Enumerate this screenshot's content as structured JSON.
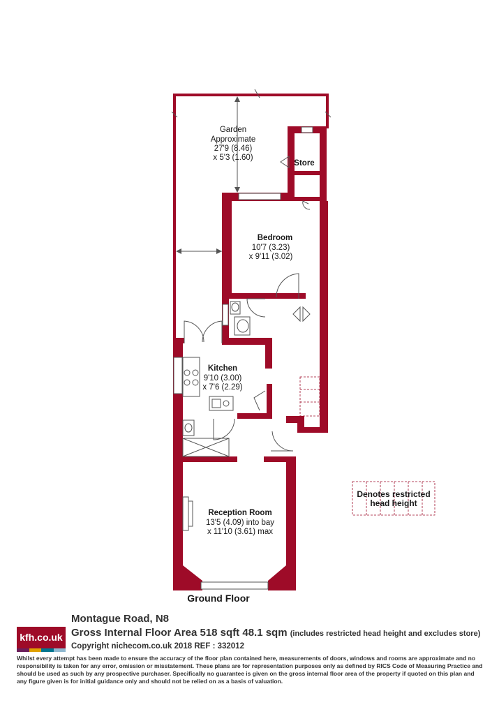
{
  "colors": {
    "wall": "#9e0b28",
    "line": "#555555"
  },
  "rooms": {
    "garden": {
      "name": "Garden",
      "line1": "Approximate",
      "line2": "27'9 (8.46)",
      "line3": "x 5'3 (1.60)"
    },
    "store": {
      "name": "Store"
    },
    "bedroom": {
      "name": "Bedroom",
      "line1": "10'7 (3.23)",
      "line2": "x 9'11 (3.02)"
    },
    "kitchen": {
      "name": "Kitchen",
      "line1": "9'10 (3.00)",
      "line2": "x 7'6 (2.29)"
    },
    "reception": {
      "name": "Reception Room",
      "line1": "13'5 (4.09) into bay",
      "line2": "x 11'10 (3.61) max"
    }
  },
  "floor_label": "Ground Floor",
  "note": {
    "line1": "Denotes restricted",
    "line2": "head height"
  },
  "footer": {
    "logo": "kfh.co.uk",
    "logo_colors": [
      "#6b1e5a",
      "#e0a100",
      "#00758f",
      "#8fb8d0"
    ],
    "address": "Montague Road, N8",
    "area": "Gross Internal Floor Area 518 sqft 48.1 sqm",
    "area_note": "(includes restricted head height and excludes store)",
    "copyright": "Copyright nichecom.co.uk 2018 REF : 332012",
    "disclaimer": "Whilst every attempt has been made to ensure the accuracy of the floor plan contained here, measurements of doors, windows and rooms are approximate and no responsibility is taken for any error, omission or misstatement.  These plans are for representation purposes only as defined by RICS Code of Measuring Practice and should be used as such by any prospective purchaser.  Specifically no guarantee is given on the gross internal floor area of the property if quoted on this plan and any figure given is for initial guidance only and should not be relied on as a basis of valuation."
  }
}
